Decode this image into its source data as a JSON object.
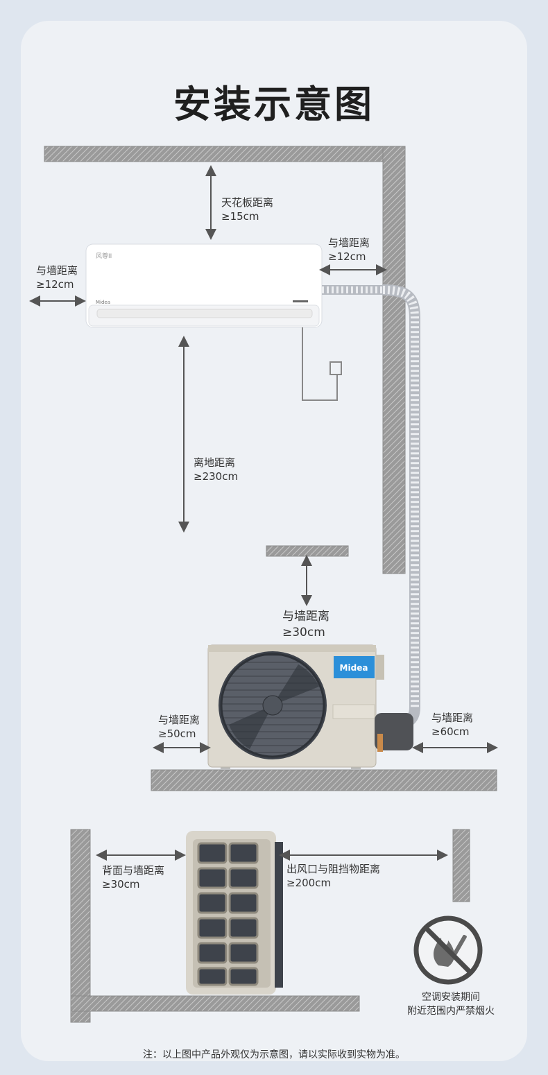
{
  "title": "安装示意图",
  "indoor_unit": {
    "brand_mark": "风尊II",
    "logo": "Midea"
  },
  "outdoor_unit": {
    "logo": "Midea"
  },
  "labels": {
    "ceiling": {
      "name": "天花板距离",
      "value": "≥15cm"
    },
    "wall_left": {
      "name": "与墙距离",
      "value": "≥12cm"
    },
    "wall_right": {
      "name": "与墙距离",
      "value": "≥12cm"
    },
    "floor": {
      "name": "离地距离",
      "value": "≥230cm"
    },
    "outdoor_top": {
      "name": "与墙距离",
      "value": "≥30cm"
    },
    "outdoor_left": {
      "name": "与墙距离",
      "value": "≥50cm"
    },
    "outdoor_right": {
      "name": "与墙距离",
      "value": "≥60cm"
    },
    "rear": {
      "name": "背面与墙距离",
      "value": "≥30cm"
    },
    "outlet": {
      "name": "出风口与阻挡物距离",
      "value": "≥200cm"
    }
  },
  "warning": {
    "icon": "no-fire-icon",
    "line1": "空调安装期间",
    "line2": "附近范围内严禁烟火"
  },
  "note": "注：以上图中产品外观仅为示意图，请以实际收到实物为准。",
  "colors": {
    "background": "#dfe6ef",
    "card": "#eef1f5",
    "wall": "#8a8a8a",
    "unit": "#ffffff",
    "outdoor_body": "#ddd9cf",
    "fan": "#4a4f58",
    "midea_blue": "#2b8fd9"
  }
}
